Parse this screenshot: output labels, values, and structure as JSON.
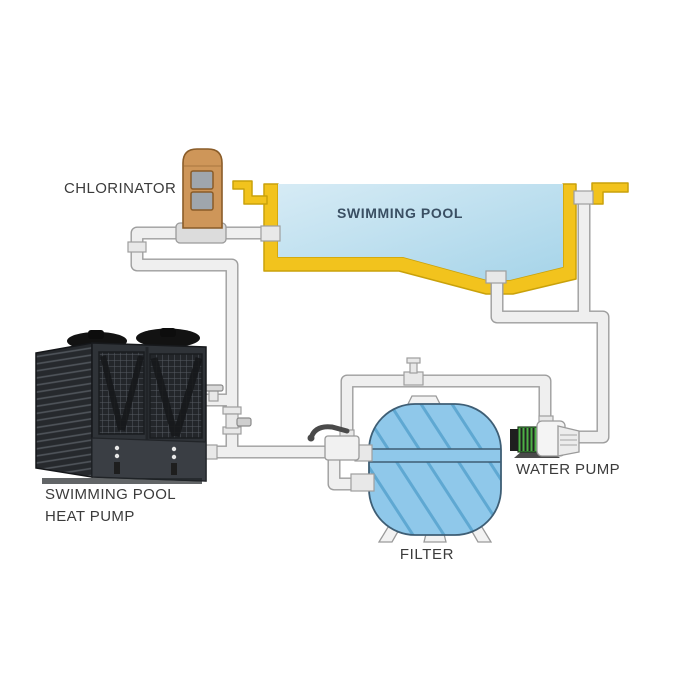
{
  "diagram": {
    "components": [
      {
        "id": "chlorinator",
        "label": "CHLORINATOR"
      },
      {
        "id": "swimming-pool",
        "label": "SWIMMING POOL"
      },
      {
        "id": "heat-pump",
        "label_line1": "SWIMMING POOL",
        "label_line2": "HEAT PUMP"
      },
      {
        "id": "filter",
        "label": "FILTER"
      },
      {
        "id": "water-pump",
        "label": "WATER PUMP"
      }
    ]
  },
  "colors": {
    "pool_wall": "#F2C31D",
    "pool_wall_stroke": "#C9A10A",
    "pool_water_top": "#D6EBF5",
    "pool_water_bottom": "#A6D4E9",
    "pool_label_text": "#3A4F63",
    "pipe_fill": "#EFEFEF",
    "pipe_stroke": "#9E9E9E",
    "chlorinator_body": "#CE9659",
    "chlorinator_stroke": "#8A5C28",
    "chlorinator_window": "#9FA6AD",
    "chlorinator_base": "#DCDCDC",
    "filter_fill": "#8FC8EA",
    "filter_hatch": "#5FA8D2",
    "filter_stroke": "#3E5E75",
    "pump_motor_green": "#4CB145",
    "heatpump_dark": "#2F3338",
    "label_text": "#3B3B3B"
  }
}
